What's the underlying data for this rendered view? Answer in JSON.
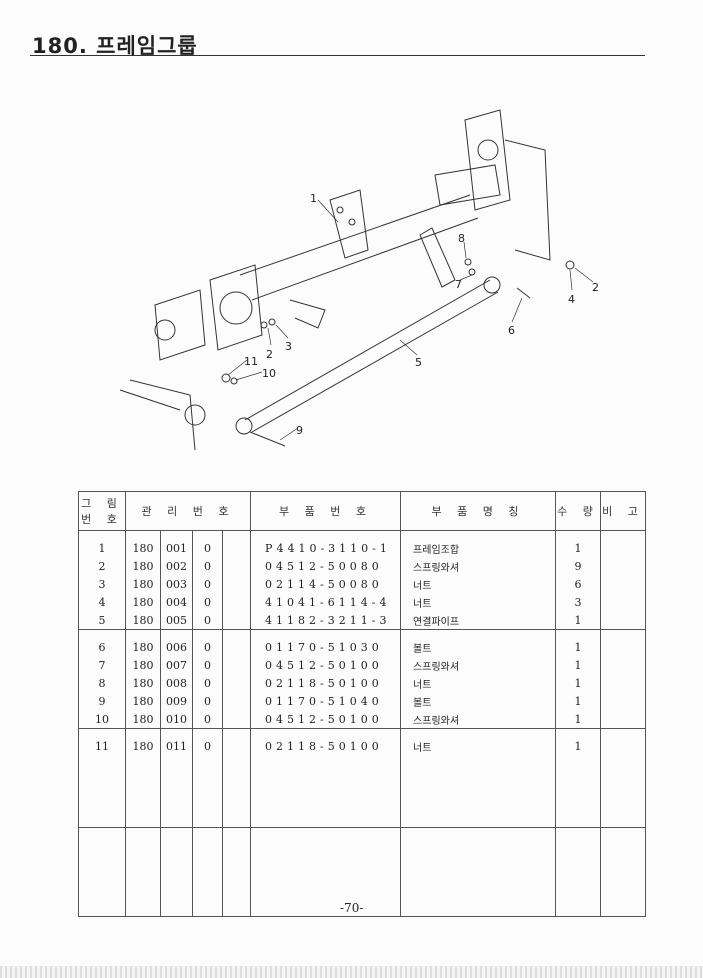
{
  "title": "180. 프레임그룹",
  "callouts": [
    "1",
    "2",
    "3",
    "4",
    "2",
    "5",
    "6",
    "7",
    "8",
    "9",
    "10",
    "11"
  ],
  "table": {
    "headers": {
      "ref": "그 림 번 호",
      "mgmt": "관 리 번 호",
      "part_no": "부 품 번 호",
      "name": "부 품 명 칭",
      "qty": "수 량",
      "remarks": "비 고"
    },
    "rows": [
      {
        "ref": "1",
        "grp": "180",
        "seq": "001",
        "rev": "0",
        "part_no": "P4410-3110-1",
        "name": "프레임조합",
        "qty": "1"
      },
      {
        "ref": "2",
        "grp": "180",
        "seq": "002",
        "rev": "0",
        "part_no": "04512-50080",
        "name": "스프링와셔",
        "qty": "9"
      },
      {
        "ref": "3",
        "grp": "180",
        "seq": "003",
        "rev": "0",
        "part_no": "02114-50080",
        "name": "너트",
        "qty": "6"
      },
      {
        "ref": "4",
        "grp": "180",
        "seq": "004",
        "rev": "0",
        "part_no": "41041-6114-4",
        "name": "너트",
        "qty": "3"
      },
      {
        "ref": "5",
        "grp": "180",
        "seq": "005",
        "rev": "0",
        "part_no": "41182-3211-3",
        "name": "연결파이프",
        "qty": "1"
      },
      {
        "ref": "6",
        "grp": "180",
        "seq": "006",
        "rev": "0",
        "part_no": "01170-51030",
        "name": "볼트",
        "qty": "1"
      },
      {
        "ref": "7",
        "grp": "180",
        "seq": "007",
        "rev": "0",
        "part_no": "04512-50100",
        "name": "스프링와셔",
        "qty": "1"
      },
      {
        "ref": "8",
        "grp": "180",
        "seq": "008",
        "rev": "0",
        "part_no": "02118-50100",
        "name": "너트",
        "qty": "1"
      },
      {
        "ref": "9",
        "grp": "180",
        "seq": "009",
        "rev": "0",
        "part_no": "01170-51040",
        "name": "볼트",
        "qty": "1"
      },
      {
        "ref": "10",
        "grp": "180",
        "seq": "010",
        "rev": "0",
        "part_no": "04512-50100",
        "name": "스프링와셔",
        "qty": "1"
      },
      {
        "ref": "11",
        "grp": "180",
        "seq": "011",
        "rev": "0",
        "part_no": "02118-50100",
        "name": "너트",
        "qty": "1"
      }
    ]
  },
  "page_number": "-70-"
}
